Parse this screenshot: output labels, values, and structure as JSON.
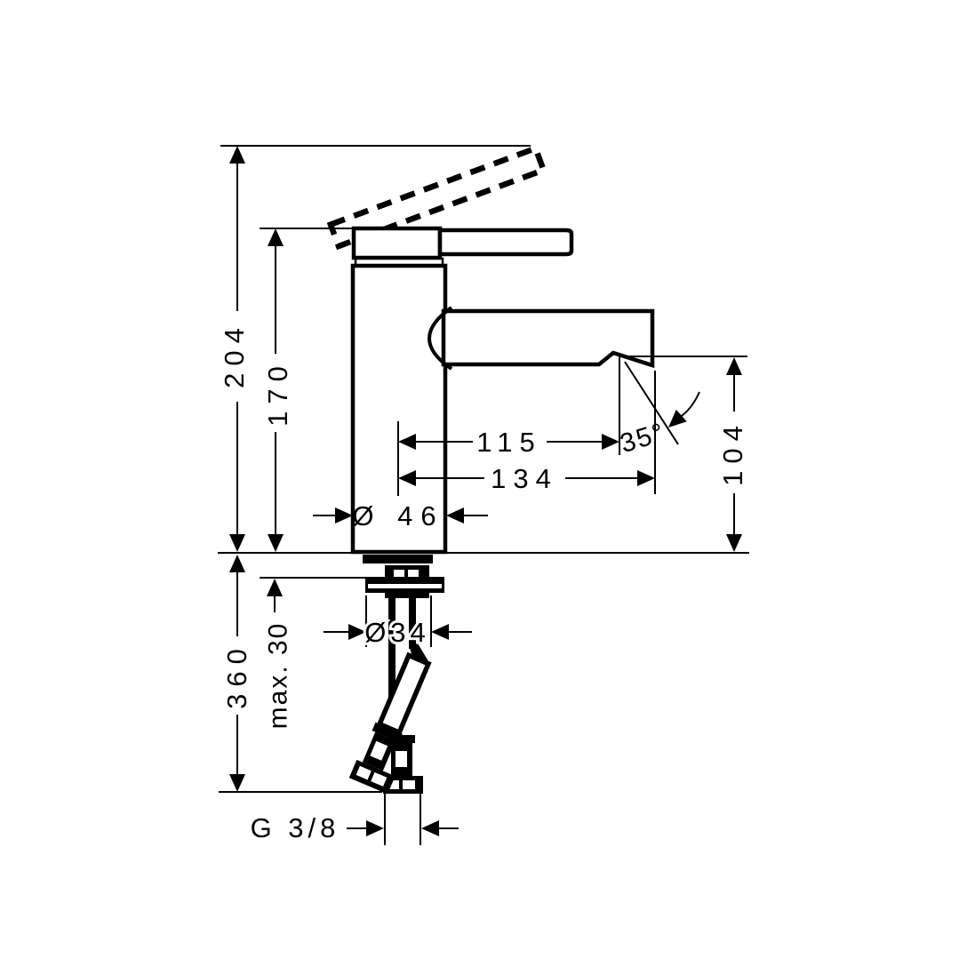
{
  "diagram": {
    "subject": "single-lever basin mixer faucet - side elevation technical drawing",
    "colors": {
      "line": "#000000",
      "background": "#ffffff"
    },
    "dimensions": {
      "total_height": "204",
      "height_to_handle": "170",
      "reach_to_aerator": "115",
      "spout_reach": "134",
      "spout_angle": "35°",
      "outlet_height": "104",
      "body_diameter": "Ø 46",
      "shank_diameter": "Ø34",
      "max_mounting_thickness": "max. 30",
      "hose_length_below_deck": "360",
      "connection_thread": "G 3/8"
    }
  }
}
